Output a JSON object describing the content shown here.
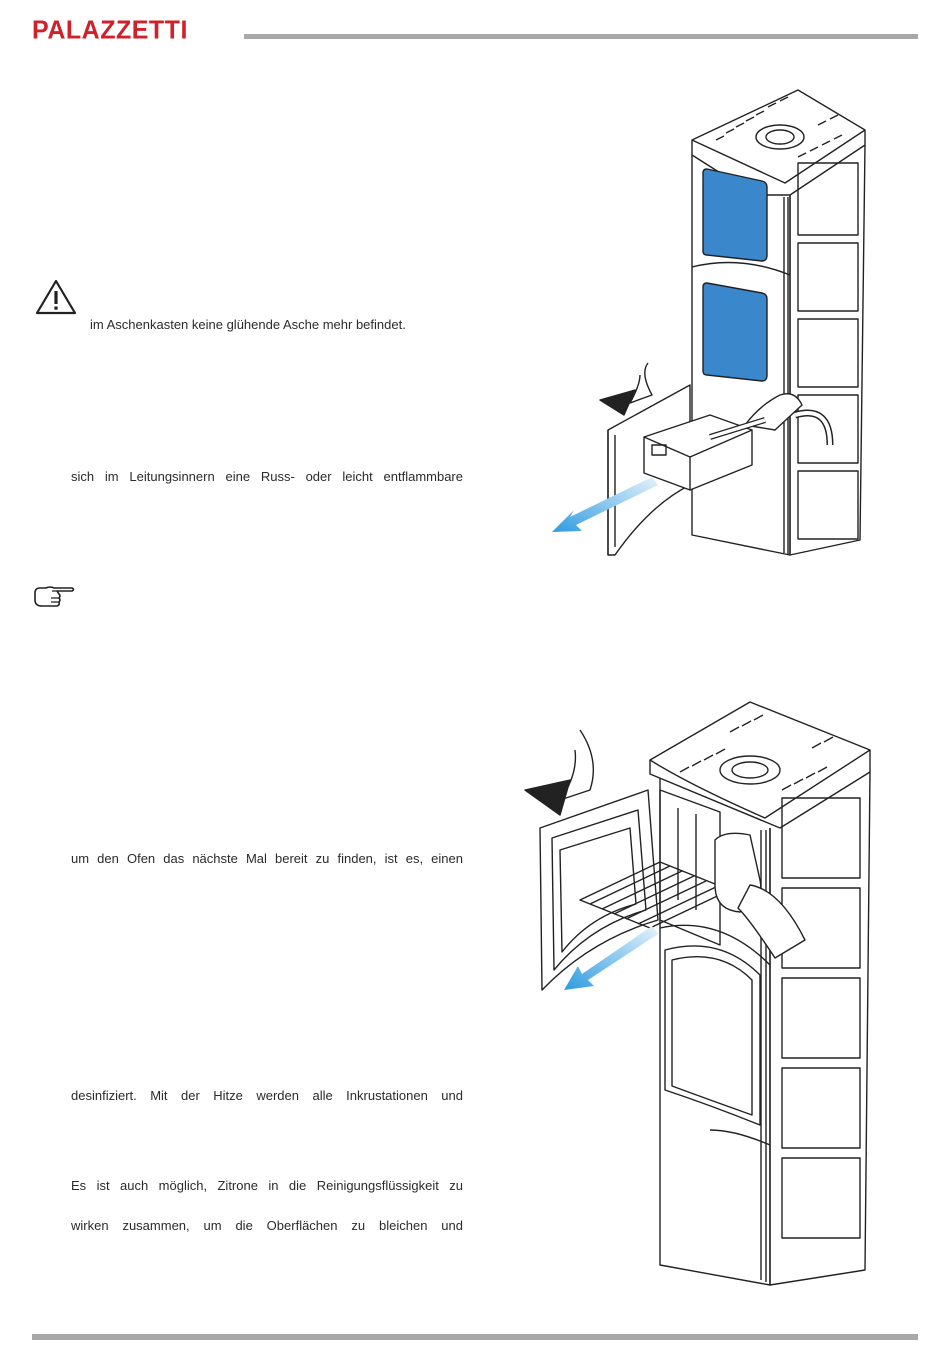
{
  "header": {
    "brand": "PALAZZETTI"
  },
  "icons": {
    "warning": "warning-triangle-icon",
    "note": "pointing-hand-icon"
  },
  "colors": {
    "brand": "#d0202a",
    "rule": "#a8a8a8",
    "glass": "#3a87cc",
    "arrow": "#2f9be0"
  },
  "body": {
    "line1": "im Aschenkasten keine glühende Asche mehr befindet.",
    "line2": "sich im Leitungsinnern eine Russ- oder leicht entflammbare",
    "line3": "um den Ofen das nächste Mal bereit zu finden, ist es, einen",
    "line4": "desinfiziert. Mit der Hitze werden alle Inkrustationen und",
    "line5": "Es ist auch möglich, Zitrone in die Reinigungsflüssigkeit zu",
    "line6": "wirken zusammen, um die Oberflächen zu bleichen und"
  }
}
